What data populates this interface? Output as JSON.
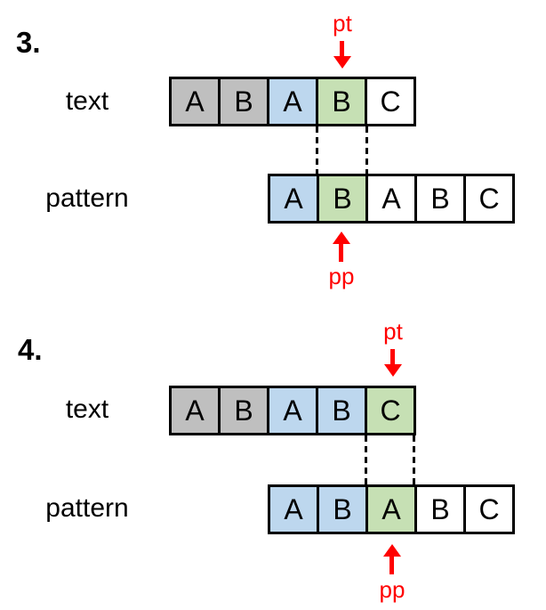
{
  "palette": {
    "gray": "#BFBFBF",
    "blue": "#BDD7EE",
    "green": "#C6E0B4",
    "white": "#FFFFFF",
    "arrow_red": "#FF0000",
    "border_black": "#000000"
  },
  "steps": [
    {
      "number": "3.",
      "pt_label": "pt",
      "pp_label": "pp",
      "text_label": "text",
      "pattern_label": "pattern",
      "text_cells": [
        {
          "letter": "A",
          "fill": "gray"
        },
        {
          "letter": "B",
          "fill": "gray"
        },
        {
          "letter": "A",
          "fill": "blue"
        },
        {
          "letter": "B",
          "fill": "green"
        },
        {
          "letter": "C",
          "fill": "white"
        }
      ],
      "pattern_cells": [
        {
          "letter": "A",
          "fill": "blue"
        },
        {
          "letter": "B",
          "fill": "green"
        },
        {
          "letter": "A",
          "fill": "white"
        },
        {
          "letter": "B",
          "fill": "white"
        },
        {
          "letter": "C",
          "fill": "white"
        }
      ]
    },
    {
      "number": "4.",
      "pt_label": "pt",
      "pp_label": "pp",
      "text_label": "text",
      "pattern_label": "pattern",
      "text_cells": [
        {
          "letter": "A",
          "fill": "gray"
        },
        {
          "letter": "B",
          "fill": "gray"
        },
        {
          "letter": "A",
          "fill": "blue"
        },
        {
          "letter": "B",
          "fill": "blue"
        },
        {
          "letter": "C",
          "fill": "green"
        }
      ],
      "pattern_cells": [
        {
          "letter": "A",
          "fill": "blue"
        },
        {
          "letter": "B",
          "fill": "blue"
        },
        {
          "letter": "A",
          "fill": "green"
        },
        {
          "letter": "B",
          "fill": "white"
        },
        {
          "letter": "C",
          "fill": "white"
        }
      ]
    }
  ]
}
